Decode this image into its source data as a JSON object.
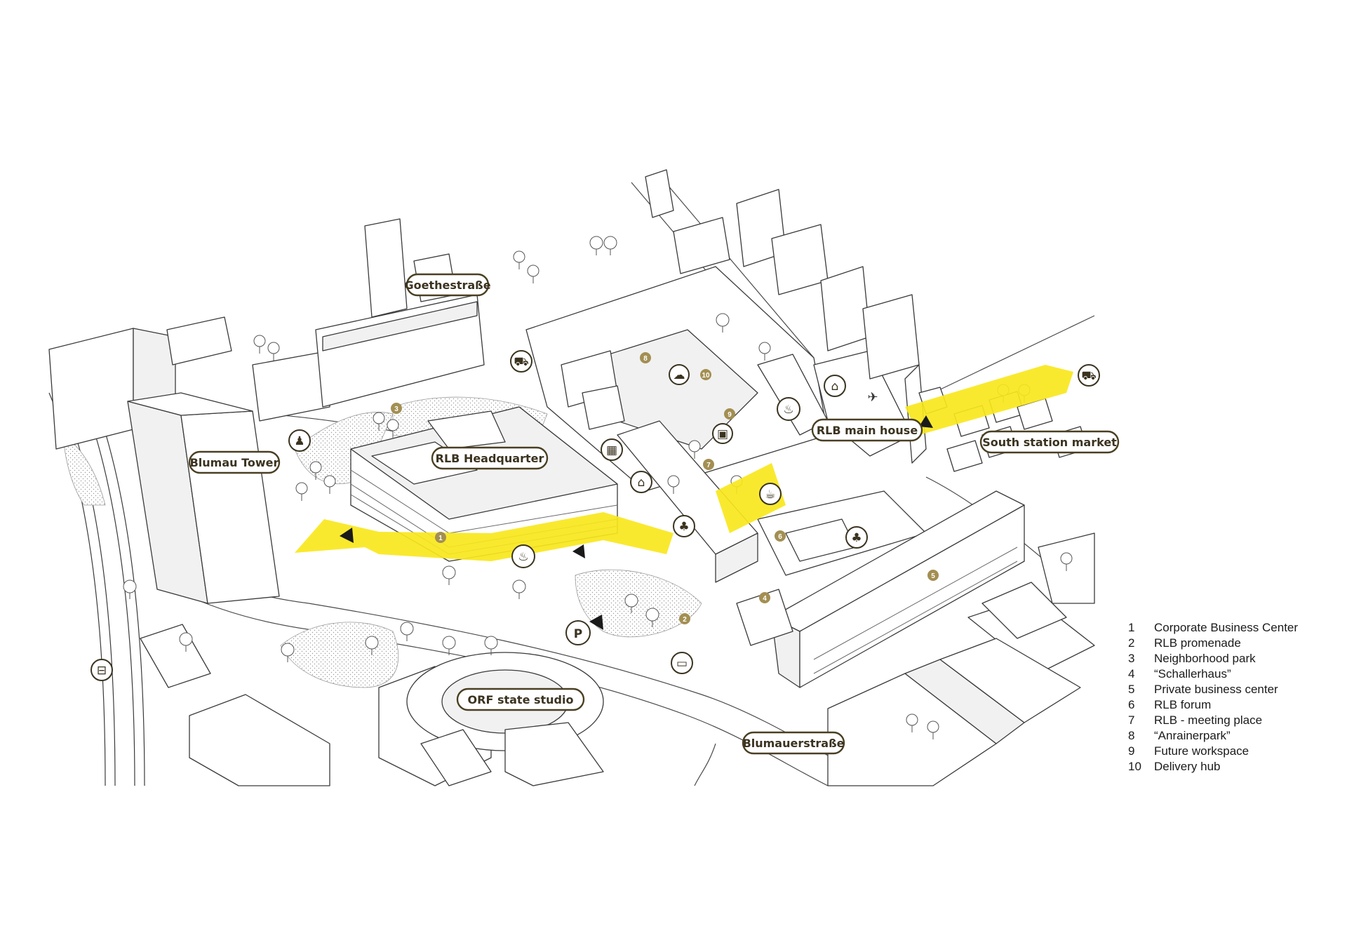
{
  "place_labels": {
    "goethestrasse": "Goethestraße",
    "blumau_tower": "Blumau Tower",
    "rlb_headquarter": "RLB Headquarter",
    "rlb_main_house": "RLB main house",
    "south_station_market": "South station market",
    "orf_state_studio": "ORF state studio",
    "blumauerstrasse": "Blumauerstraße"
  },
  "markers": [
    "1",
    "2",
    "3",
    "4",
    "5",
    "6",
    "7",
    "8",
    "9",
    "10"
  ],
  "icons": {
    "parking": "P",
    "restaurant": "restaurant-icon",
    "cafe": "cafe-icon",
    "shopping": "shopping-bag-icon",
    "bus": "bus-icon",
    "train": "train-icon",
    "meeting": "meeting-icon",
    "market": "market-stall-icon",
    "delivery": "delivery-box-icon",
    "workspace": "workspace-icon",
    "playground": "playground-icon",
    "presentation": "presentation-icon",
    "cloud": "cloud-icon",
    "drone": "drone-icon"
  },
  "legend": [
    {
      "num": "1",
      "label": "Corporate Business Center"
    },
    {
      "num": "2",
      "label": "RLB promenade"
    },
    {
      "num": "3",
      "label": "Neighborhood park"
    },
    {
      "num": "4",
      "label": "“Schallerhaus”"
    },
    {
      "num": "5",
      "label": "Private business center"
    },
    {
      "num": "6",
      "label": "RLB forum"
    },
    {
      "num": "7",
      "label": "RLB - meeting place"
    },
    {
      "num": "8",
      "label": "“Anrainerpark”"
    },
    {
      "num": "9",
      "label": "Future workspace"
    },
    {
      "num": "10",
      "label": "Delivery hub"
    }
  ],
  "colors": {
    "promenade": "#f8e71c",
    "badge_gold": "#a38f52",
    "label_outline": "#4a3f22"
  }
}
